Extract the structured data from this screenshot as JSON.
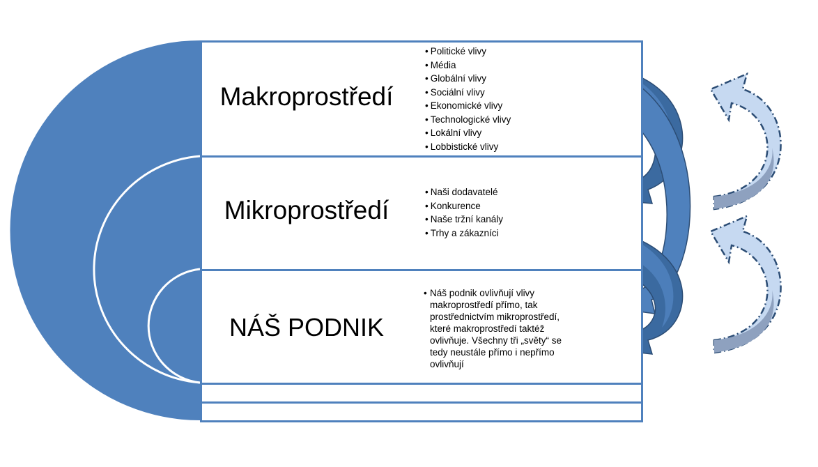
{
  "colors": {
    "accent": "#4f81bd",
    "arrow_dark": "#3b6aa0",
    "arrow_light": "#c6d9f1",
    "arrow_gray": "#8ea1bf",
    "arrow_outline": "#2c4d75"
  },
  "layers": [
    {
      "title": "Makroprostředí",
      "items": [
        "Politické vlivy",
        "Média",
        "Globální vlivy",
        "Sociální vlivy",
        "Ekonomické vlivy",
        "Technologické vlivy",
        "Lokální vlivy",
        "Lobbistické vlivy"
      ]
    },
    {
      "title": "Mikroprostředí",
      "items": [
        "Naši dodavatelé",
        "Konkurence",
        "Naše tržní kanály",
        "Trhy a zákazníci"
      ]
    },
    {
      "title": "NÁŠ PODNIK",
      "text_lines": [
        "Náš podnik ovlivňují vlivy",
        "makroprostředí přímo, tak",
        "prostřednictvím mikroprostředí,",
        "které makroprostředí taktéž",
        "ovlivňuje.  Všechny tři „světy“ se",
        "tedy neustále přímo i nepřímo",
        "ovlivňují"
      ]
    }
  ]
}
